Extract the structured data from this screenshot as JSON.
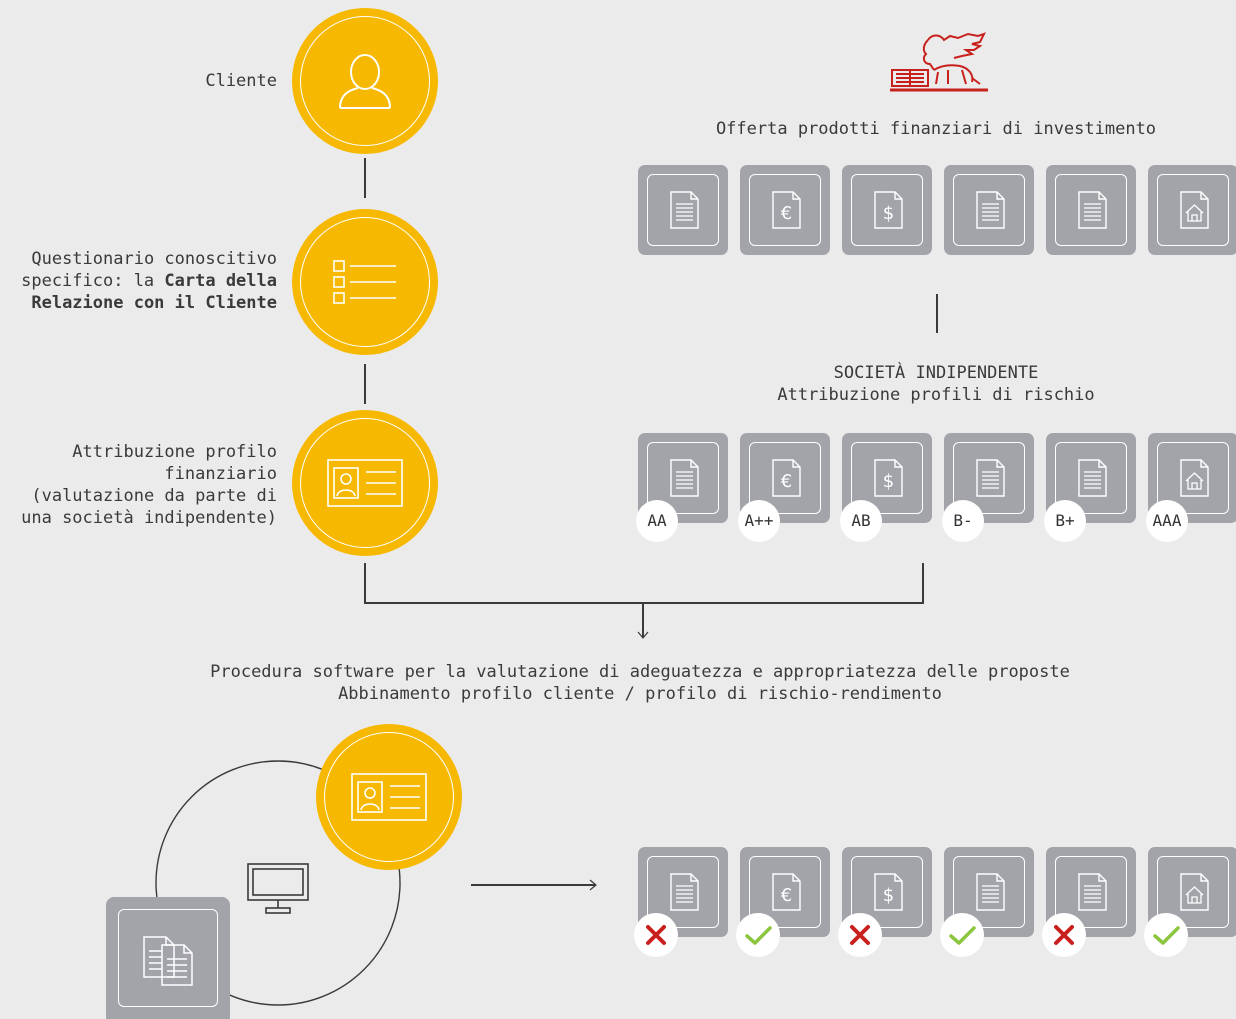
{
  "logo": {
    "name": "winged-lion-logo",
    "color": "#c8201d"
  },
  "left_steps": {
    "cliente": "Cliente",
    "questionario_line1": "Questionario conoscitivo",
    "questionario_line2_prefix": "specifico: la ",
    "questionario_line2_bold": "Carta della",
    "questionario_line3_bold": "Relazione con il Cliente",
    "attribuzione_line1": "Attribuzione profilo",
    "attribuzione_line2": "finanziario",
    "attribuzione_line3": "(valutazione da parte di",
    "attribuzione_line4": "una società indipendente)"
  },
  "offer_title": "Offerta prodotti finanziari di investimento",
  "independent": {
    "line1": "SOCIETÀ INDIPENDENTE",
    "line2": "Attribuzione profili di rischio"
  },
  "products": [
    {
      "icon": "document-icon"
    },
    {
      "icon": "euro-document-icon"
    },
    {
      "icon": "dollar-document-icon"
    },
    {
      "icon": "document-icon"
    },
    {
      "icon": "document-icon"
    },
    {
      "icon": "house-document-icon"
    }
  ],
  "ratings": [
    "AA",
    "A++",
    "AB",
    "B-",
    "B+",
    "AAA"
  ],
  "procedure": {
    "line1": "Procedura software per la valutazione di adeguatezza e appropriatezza delle proposte",
    "line2": "Abbinamento profilo cliente / profilo di rischio-rendimento"
  },
  "results": [
    "rejected",
    "approved",
    "rejected",
    "approved",
    "rejected",
    "approved"
  ],
  "colors": {
    "accent": "#f6b800",
    "tile": "#a2a4a9",
    "check": "#8cc63f",
    "cross": "#c8201d",
    "background": "#ebebeb"
  }
}
